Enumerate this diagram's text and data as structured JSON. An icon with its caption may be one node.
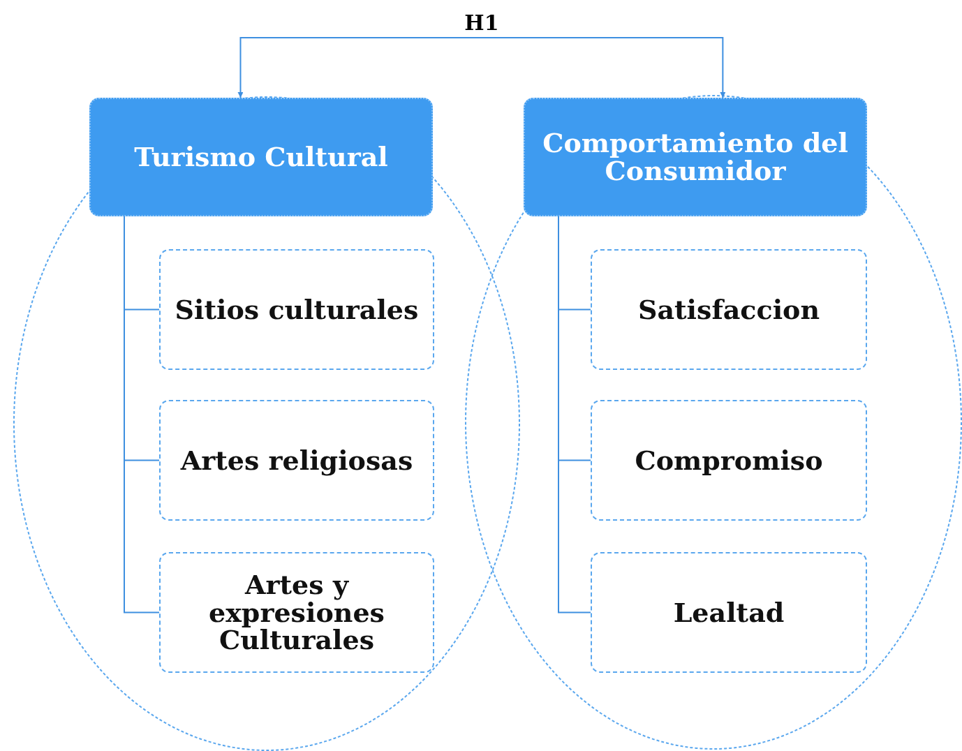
{
  "diagram": {
    "nodes": [
      {
        "text": [
          "Turismo Cultural"
        ]
      },
      {
        "text": [
          "Sitios culturales"
        ]
      },
      {
        "text": [
          "Artes religiosas"
        ]
      },
      {
        "text": [
          "Artes y expresiones Culturales"
        ]
      },
      {
        "text": [
          "Comportamiento del Consumidor"
        ]
      },
      {
        "text": [
          "Satisfaccion"
        ]
      },
      {
        "text": [
          "Compromiso"
        ]
      },
      {
        "text": [
          "Lealtad"
        ]
      }
    ],
    "edges": [
      {
        "from": 0,
        "to": 4,
        "arrow": "both",
        "label": "H1"
      },
      {
        "from": 0,
        "to": 1,
        "arrow": "none"
      },
      {
        "from": 0,
        "to": 2,
        "arrow": "none"
      },
      {
        "from": 0,
        "to": 3,
        "arrow": "none"
      },
      {
        "from": 4,
        "to": 5,
        "arrow": "none"
      },
      {
        "from": 4,
        "to": 6,
        "arrow": "none"
      },
      {
        "from": 4,
        "to": 7,
        "arrow": "none"
      }
    ]
  }
}
